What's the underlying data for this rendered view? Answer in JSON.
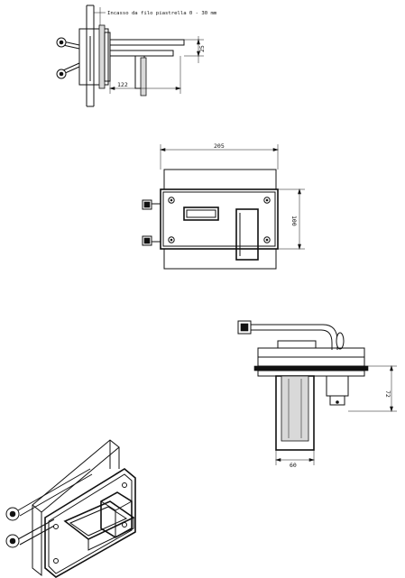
{
  "drawing": {
    "tile_thickness_note": "Incasso da filo piastrella 0 - 30 mm",
    "side_view": {
      "dim_height_label": "25",
      "dim_depth_label": "122"
    },
    "front_view": {
      "dim_width_label": "205",
      "dim_height_label": "100"
    },
    "section_view": {
      "dim_spout_height_label": "72",
      "dim_spout_width_label": "60"
    }
  }
}
